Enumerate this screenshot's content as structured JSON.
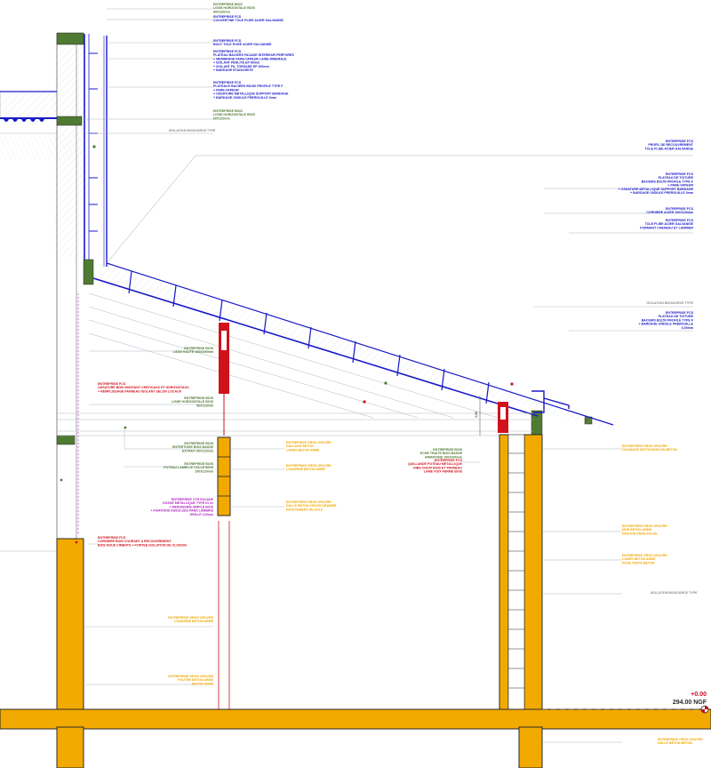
{
  "colors": {
    "structure_blue": "#1a1ac8",
    "timber_green": "#4f7a32",
    "concrete_orange": "#f2a900",
    "steel_red": "#d0121b",
    "magenta": "#b01cc4",
    "gray_note": "#8a8a8a",
    "level_red": "#c0102a",
    "line_dark": "#2a2a2a",
    "light_line": "#b8c0c8"
  },
  "level": {
    "value": "+0.00",
    "ngf": "294.00 NGF"
  },
  "dimension_label": "1,00",
  "annotations": [
    {
      "id": "a1",
      "lines": [
        "ENTREPRISE BOIS",
        "LISSE HORIZONTALE BOIS",
        "80X120mm"
      ],
      "color": "timber_green"
    },
    {
      "id": "a2",
      "lines": [
        "ENTREPRISE FCS",
        "COUVERTINE TOLE PLIEE ACIER GALVANISE"
      ],
      "color": "structure_blue"
    },
    {
      "id": "a3",
      "lines": [
        "ENTREPRISE FCS",
        "BOUT TOLE PLIEE ACIER GALVANISE"
      ],
      "color": "structure_blue"
    },
    {
      "id": "a4",
      "lines": [
        "ENTREPRISE FCS",
        "PLATEAU BACIERS FACADE INTERIEUR PERFORES",
        "+ MEMBRANE PARE-VAPEUR LAINE MINERALE",
        "+ ISOLANT PERLITE EP 80mm",
        "+ ISOLANT FIL TORSADE EP 160mm",
        "+ BARDAGE ETANCHEITE"
      ],
      "color": "structure_blue"
    },
    {
      "id": "a5",
      "lines": [
        "ENTREPRISE FCS",
        "PLATEAUX BACIERS BS150 PROFILE TYPE F",
        "+ PARE-VAPEUR",
        "+ OSSATURE METALLIQUE SUPPORT BARDAGE",
        "+ BARDAGE ONDULE PREROUILLE 3mm"
      ],
      "color": "structure_blue"
    },
    {
      "id": "a6",
      "lines": [
        "ENTREPRISE BOIS",
        "LISSE HORIZONTALE BOIS",
        "80X120mm"
      ],
      "color": "timber_green"
    },
    {
      "id": "a7",
      "lines": [
        "ISOLATION BIOSOURCE TYPE"
      ],
      "color": "gray_note"
    },
    {
      "id": "a8",
      "lines": [
        "ENTREPRISE FCS",
        "PROFIL DE RECOUVREMENT",
        "TOLE PLIEE ACIER GALVANISE"
      ],
      "color": "structure_blue"
    },
    {
      "id": "a9",
      "lines": [
        "ENTREPRISE FCS",
        "PLATEAU DE TOITURE",
        "BACIERS BS150 PROFILE TYPE F",
        "+ PARE-VAPEUR",
        "+ OSSATURE METALLIQUE SUPPORT BARDAGE",
        "+ BARDAGE ONDULE PREROUILLE 3mm"
      ],
      "color": "structure_blue"
    },
    {
      "id": "a10",
      "lines": [
        "ENTREPRISE FCS",
        "CORNIERE ACIER 100X100mm"
      ],
      "color": "structure_blue"
    },
    {
      "id": "a11",
      "lines": [
        "ENTREPRISE FCS",
        "TOLE PLIEE ACIER GALVANISE",
        "FORMANT CHENEAU ET LARMIER"
      ],
      "color": "structure_blue"
    },
    {
      "id": "a12",
      "lines": [
        "ISOLATION BIOSOURCE TYPE"
      ],
      "color": "gray_note"
    },
    {
      "id": "a13",
      "lines": [
        "ENTREPRISE FCS",
        "PLATEAU DE TOITURE",
        "BACIERS BS150 PROFILE TYPE F",
        "+ BARDAGE ONDULE PREROUILLE",
        "3,00mm"
      ],
      "color": "structure_blue"
    },
    {
      "id": "a14",
      "lines": [
        "ENTREPRISE BOIS",
        "LISSE HAUTE 100X200mm"
      ],
      "color": "timber_green"
    },
    {
      "id": "a15",
      "lines": [
        "ENTREPRISE FCS",
        "OSSATURE BOIS MONTANT VERTICAUX ET HORIZONTAUX",
        "+ REMPLISSAGE PANNEAU ISOLANT SELON LOCAUX"
      ],
      "color": "steel_red"
    },
    {
      "id": "a16",
      "lines": [
        "ENTREPRISE BOIS",
        "LISSE HORIZONTALE BOIS",
        "80X120mm"
      ],
      "color": "timber_green"
    },
    {
      "id": "a17",
      "lines": [
        "ENTREPRISE BOIS",
        "ENTRETOISE BOIS BASSE",
        "EXTRAIT 80X120mm"
      ],
      "color": "timber_green"
    },
    {
      "id": "a18",
      "lines": [
        "ENTREPRISE BOIS",
        "POTEAU LAMELLE COLLE BOIS",
        "100X120mm"
      ],
      "color": "timber_green"
    },
    {
      "id": "a19",
      "lines": [
        "ENTREPRISE CTR FACADE",
        "DOSSE METALLIQUE TYPE IG xx",
        "+ MENUISERIE SIMPLE BOIS",
        "+ FIXATIONS ASSOLUES PARS LAMBRIS",
        "GRILLE 120mm"
      ],
      "color": "magenta"
    },
    {
      "id": "a20",
      "lines": [
        "ENTREPRISE FCS",
        "CORNIERE BOIS COURANT A RECOUVREMENT",
        "BOIS NOUS CIMENTS + PORTEE ISOLATION DE CLOISON"
      ],
      "color": "steel_red"
    },
    {
      "id": "a21",
      "lines": [
        "ENTREPRISE GROS OEUVRE",
        "LONGRINE BETON ARME"
      ],
      "color": "concrete_orange"
    },
    {
      "id": "a22",
      "lines": [
        "ENTREPRISE GROS OEUVRE",
        "POUTRE BETON ARME",
        "BETON 25X40"
      ],
      "color": "concrete_orange"
    },
    {
      "id": "a23",
      "lines": [
        "ENTREPRISE GROS OEUVRE",
        "DALLAGE BETON",
        "LAMES BETON ARME"
      ],
      "color": "concrete_orange"
    },
    {
      "id": "a24",
      "lines": [
        "ENTREPRISE GROS OEUVRE",
        "LONGRINE BETON ARME"
      ],
      "color": "concrete_orange"
    },
    {
      "id": "a25",
      "lines": [
        "ENTREPRISE GROS OEUVRE",
        "DALLE BETON CROSS DRAINEE",
        "REVETEMENT DE SOLS"
      ],
      "color": "concrete_orange"
    },
    {
      "id": "a26",
      "lines": [
        "ENTREPRISE BOIS",
        "ECHE TRAITE BOIS BASSE",
        "ARMATURE 100X200mm"
      ],
      "color": "timber_green"
    },
    {
      "id": "a27",
      "lines": [
        "ENTREPRISE FCS",
        "QUILLANDE POTEAU METALLIQUE",
        "NIBS CHOIX BOIS ET PANNEAU",
        "LAME VOIX FERME BOIS"
      ],
      "color": "steel_red"
    },
    {
      "id": "a28",
      "lines": [
        "ENTREPRISE GROS OEUVRE",
        "CHAINAGE BETON BOIS EN BETON"
      ],
      "color": "concrete_orange"
    },
    {
      "id": "a29",
      "lines": [
        "ENTREPRISE GROS OEUVRE",
        "MUR BETON ARME",
        "FINITION PARE-SOLEIL"
      ],
      "color": "concrete_orange"
    },
    {
      "id": "a30",
      "lines": [
        "ENTREPRISE GROS OEUVRE",
        "LAMES BETON ARME",
        "POSE VERTE BETON"
      ],
      "color": "concrete_orange"
    },
    {
      "id": "a31",
      "lines": [
        "ISOLATION BIOSOURCE TYPE"
      ],
      "color": "gray_note"
    },
    {
      "id": "a32",
      "lines": [
        "ENTREPRISE GROS OEUVRE",
        "DALLE BETON BETON"
      ],
      "color": "concrete_orange"
    }
  ]
}
